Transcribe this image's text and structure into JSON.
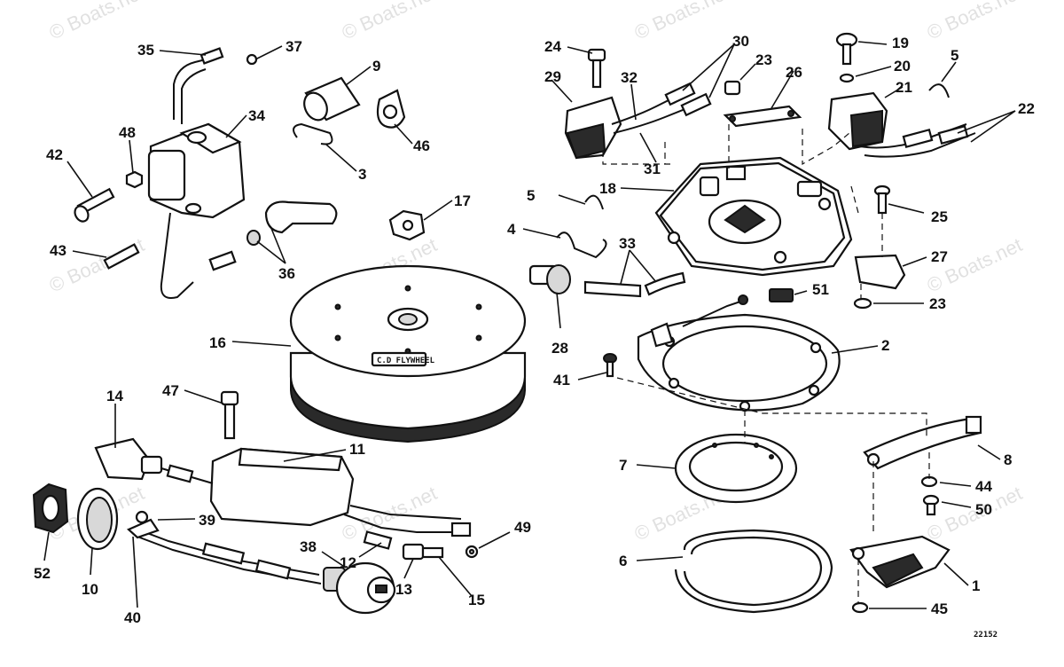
{
  "watermark": "© Boats.net",
  "flywheel_label": "C.D FLYWHEEL",
  "drawing_number": "22152",
  "callouts": {
    "c1": "1",
    "c2": "2",
    "c3": "3",
    "c4": "4",
    "c5a": "5",
    "c5b": "5",
    "c6": "6",
    "c7": "7",
    "c8": "8",
    "c9": "9",
    "c10": "10",
    "c11": "11",
    "c12": "12",
    "c13": "13",
    "c14": "14",
    "c15": "15",
    "c16": "16",
    "c17": "17",
    "c18": "18",
    "c19": "19",
    "c20": "20",
    "c21": "21",
    "c22": "22",
    "c23a": "23",
    "c23b": "23",
    "c24": "24",
    "c25": "25",
    "c26": "26",
    "c27": "27",
    "c28": "28",
    "c29": "29",
    "c30": "30",
    "c31": "31",
    "c32": "32",
    "c33": "33",
    "c34": "34",
    "c35": "35",
    "c36": "36",
    "c37": "37",
    "c38": "38",
    "c39": "39",
    "c40": "40",
    "c41": "41",
    "c42": "42",
    "c43": "43",
    "c44": "44",
    "c45": "45",
    "c46": "46",
    "c47": "47",
    "c48": "48",
    "c49": "49",
    "c50": "50",
    "c51": "51",
    "c52": "52"
  }
}
